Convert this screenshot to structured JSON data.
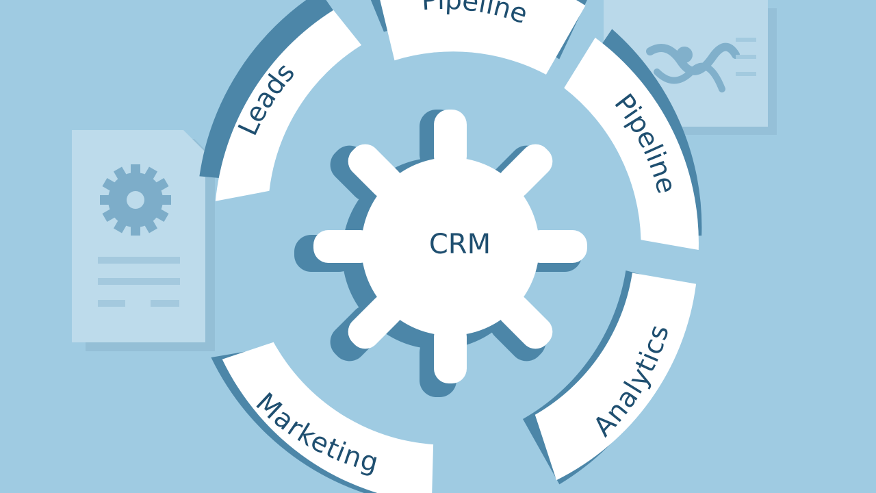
{
  "center": {
    "label": "CRM"
  },
  "segments": [
    {
      "id": "leads",
      "label": "Leads"
    },
    {
      "id": "pipeline-top",
      "label": "Pipeline"
    },
    {
      "id": "pipeline-right",
      "label": "Pipeline"
    },
    {
      "id": "analytics",
      "label": "Analytics"
    },
    {
      "id": "marketing",
      "label": "Marketing"
    }
  ],
  "colors": {
    "background": "#9fcbe2",
    "segment_fill": "#ffffff",
    "segment_shadow": "#4c86a8",
    "text": "#1f4f70",
    "doc_card": "#c2dcea"
  },
  "icons": [
    "gear-icon",
    "document-icon",
    "chart-icon"
  ]
}
